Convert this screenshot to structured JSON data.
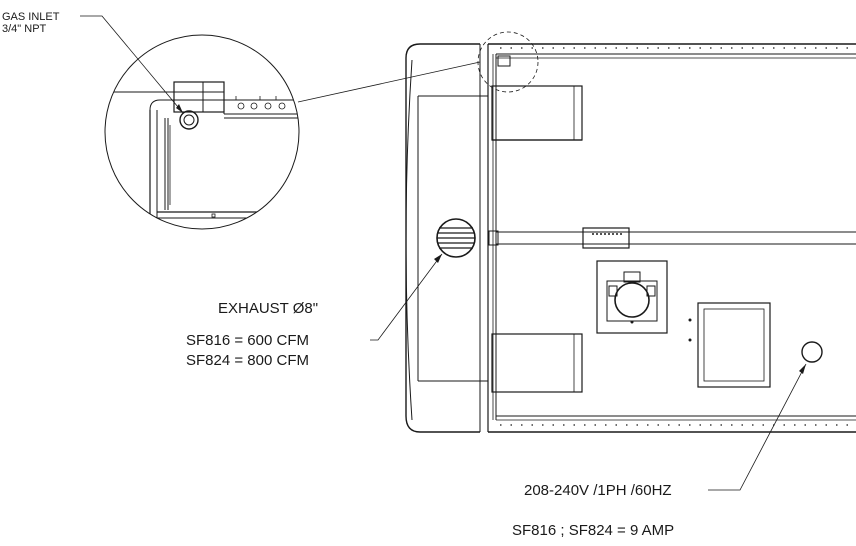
{
  "labels": {
    "gas_inlet_line1": "GAS INLET",
    "gas_inlet_line2": "3/4\" NPT",
    "exhaust": "EXHAUST Ø8\"",
    "sf816_cfm": "SF816 = 600 CFM",
    "sf824_cfm": "SF824 = 800 CFM",
    "power": "208-240V /1PH /60HZ",
    "amps": "SF816 ; SF824 =  9 AMP"
  },
  "colors": {
    "line": "#1a1a1a",
    "background": "#ffffff"
  }
}
